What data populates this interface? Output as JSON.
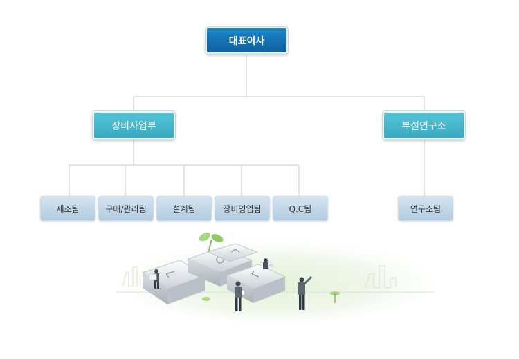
{
  "org_chart": {
    "ceo": {
      "label": "대표이사"
    },
    "divisions": [
      {
        "label": "장비사업부"
      },
      {
        "label": "부설연구소"
      }
    ],
    "equipment_teams": [
      {
        "label": "제조팀"
      },
      {
        "label": "구매/관리팀"
      },
      {
        "label": "설계팀"
      },
      {
        "label": "장비영업팀"
      },
      {
        "label": "Q.C팀"
      }
    ],
    "lab_teams": [
      {
        "label": "연구소팀"
      }
    ]
  },
  "colors": {
    "ceo_box": "#1572b6",
    "division_box": "#45b7cd",
    "team_box": "#c3d7e8",
    "connector": "#c8c8c8"
  },
  "illustration": {
    "icon": "keyboard-keys-with-businesspeople-illustration"
  }
}
